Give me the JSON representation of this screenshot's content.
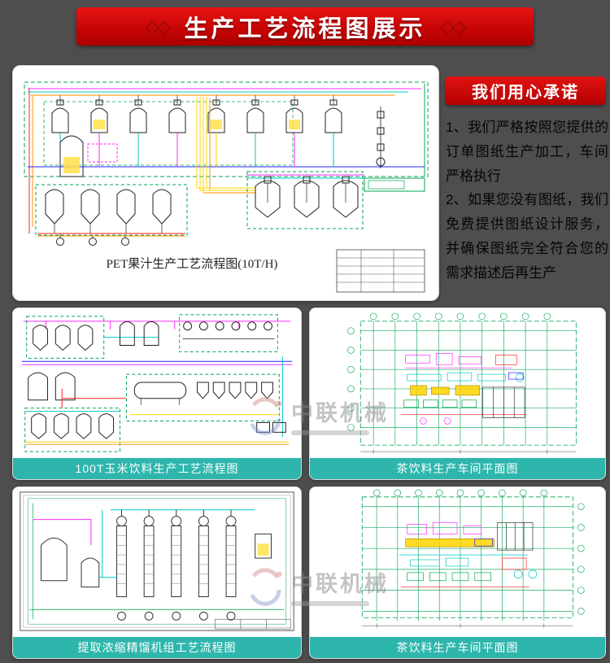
{
  "banner": {
    "title": "生产工艺流程图展示",
    "left_ornament": "◇◇",
    "right_ornament": "◇◇"
  },
  "promise": {
    "badge": "我们用心承诺",
    "items": [
      {
        "text": "1、我们严格按照您提供的订单图纸生产加工，车间严格执行"
      },
      {
        "text": "2、如果您没有图纸，我们免费提供图纸设计服务，并确保图纸完全符合您的需求描述后再生产"
      }
    ]
  },
  "main_card": {
    "caption": "PET果汁生产工艺流程图(10T/H)"
  },
  "gallery": [
    {
      "caption": "100T玉米饮料生产工艺流程图"
    },
    {
      "caption": "茶饮料生产车间平面图"
    },
    {
      "caption": "提取浓缩精馏机组工艺流程图"
    },
    {
      "caption": "茶饮料生产车间平面图"
    }
  ],
  "watermark": {
    "text": "中联机械"
  },
  "colors": {
    "accent_red": "#c70505",
    "caption_teal": "#2eb6ad",
    "page_bg": "#4e4e4e",
    "diagram_green": "#00a650",
    "diagram_magenta": "#ff2bff",
    "diagram_cyan": "#00c8c8",
    "diagram_yellow": "#ffd400",
    "diagram_blue": "#2424ff",
    "diagram_red": "#ff2020"
  }
}
